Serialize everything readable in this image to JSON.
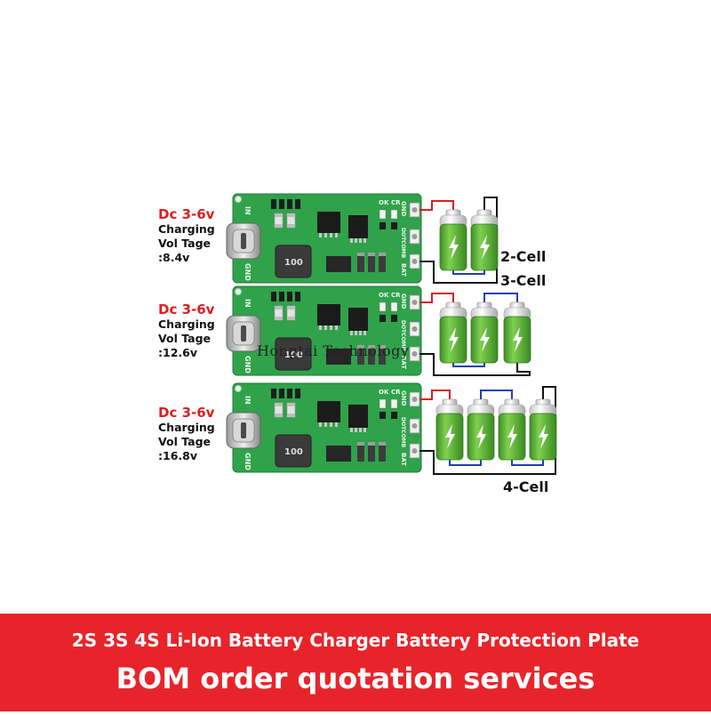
{
  "boards": [
    {
      "dc": "Dc 3-6v",
      "line1": "Charging",
      "line2": "Vol Tage",
      "voltage": ":8.4v",
      "cells": 2
    },
    {
      "dc": "Dc 3-6v",
      "line1": "Charging",
      "line2": "Vol Tage",
      "voltage": ":12.6v",
      "cells": 3
    },
    {
      "dc": "Dc 3-6v",
      "line1": "Charging",
      "line2": "Vol Tage",
      "voltage": ":16.8v",
      "cells": 4
    }
  ],
  "cell_labels": [
    "2-Cell",
    "3-Cell",
    "4-Cell"
  ],
  "pcb": {
    "pin_in": "IN",
    "pin_gnd": "GND",
    "pin_bat": "BAT",
    "pin_ok": "OK",
    "pin_cr": "CR",
    "inductor": "100",
    "mid_pin": "DOTCOMB"
  },
  "watermark": "Hongtai Technology",
  "banner": {
    "line1": "2S 3S 4S Li-Ion Battery Charger Battery Protection Plate",
    "line2": "BOM order quotation services"
  },
  "colors": {
    "pcb": "#2fa24a",
    "battery": "#5bb33b",
    "wire_red": "#d62020",
    "wire_blue": "#2040b0",
    "banner": "#e8242b"
  }
}
